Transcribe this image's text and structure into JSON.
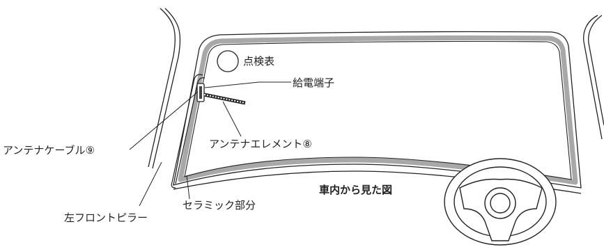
{
  "labels": {
    "inspection_mark": "点検表",
    "power_terminal": "給電端子",
    "antenna_cable": "アンテナケーブル⑨",
    "antenna_element": "アンテナエレメント⑧",
    "view_from_inside": "車内から見た図",
    "ceramic_part": "セラミック部分",
    "left_front_pillar": "左フロントピラー"
  },
  "colors": {
    "line": "#222222",
    "ceramic_band": "#a8a8a8",
    "background": "#ffffff"
  }
}
